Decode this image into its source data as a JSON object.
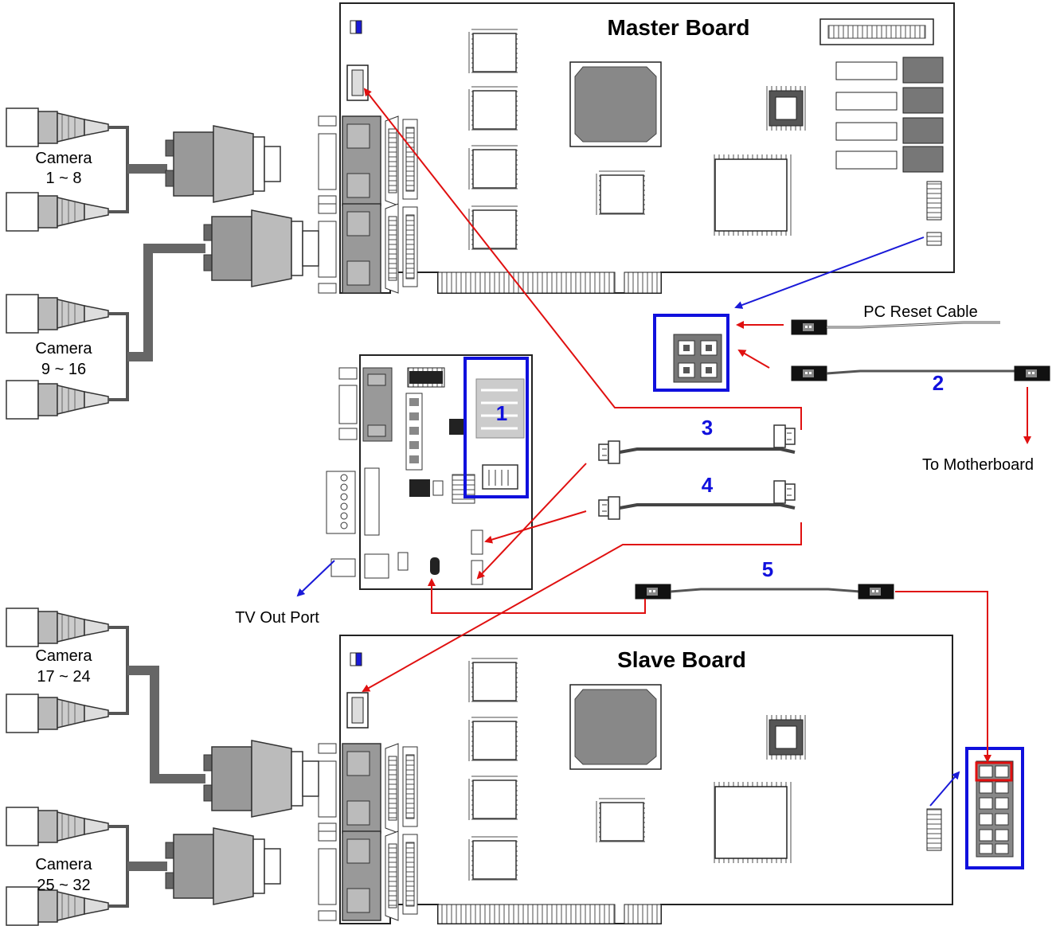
{
  "boards": {
    "master_title": "Master Board",
    "slave_title": "Slave Board"
  },
  "cameras": [
    {
      "line1": "Camera",
      "line2": "1 ~ 8"
    },
    {
      "line1": "Camera",
      "line2": "9 ~ 16"
    },
    {
      "line1": "Camera",
      "line2": "17 ~ 24"
    },
    {
      "line1": "Camera",
      "line2": "25 ~ 32"
    }
  ],
  "labels": {
    "pc_reset_cable": "PC Reset Cable",
    "to_motherboard": "To Motherboard",
    "tv_out_port": "TV Out Port"
  },
  "callouts": [
    "1",
    "2",
    "3",
    "4",
    "5"
  ],
  "colors": {
    "red_arrow": "#e01010",
    "blue_arrow": "#1a1ad8",
    "highlight_box": "#1010dd",
    "chip_gray": "#8a8a8a",
    "cable_gray": "#6a6a6a"
  }
}
